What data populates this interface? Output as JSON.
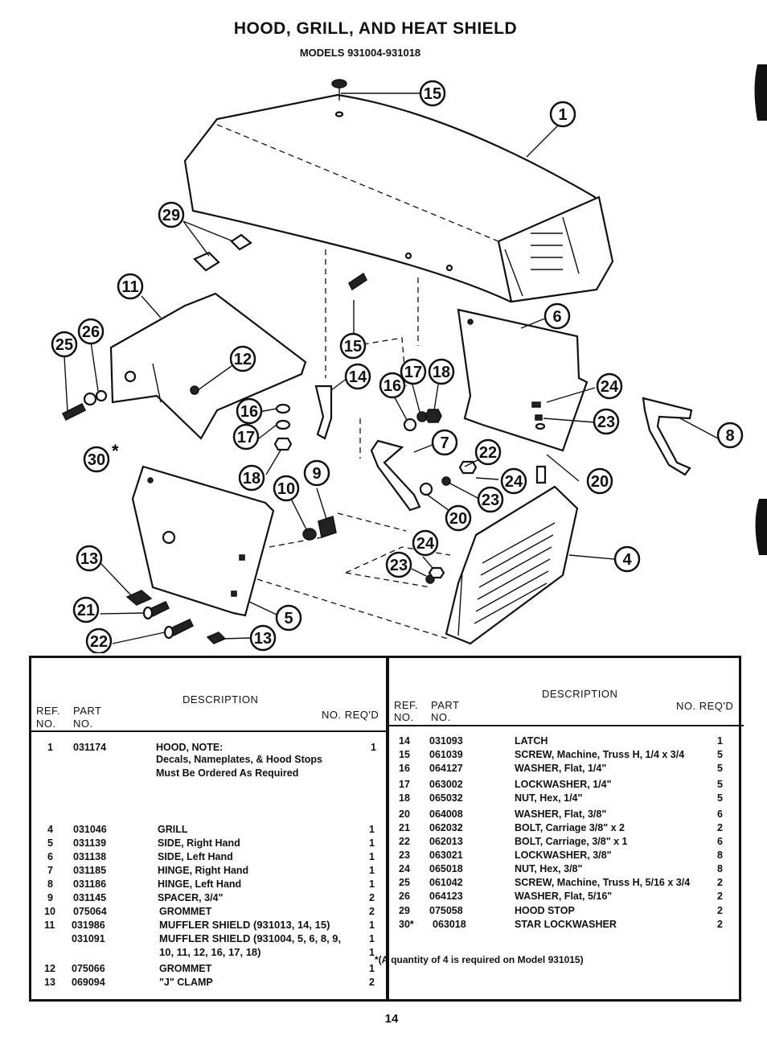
{
  "header": {
    "title": "HOOD, GRILL, AND HEAT SHIELD",
    "subtitle": "MODELS 931004-931018"
  },
  "callouts": [
    "15",
    "1",
    "29",
    "11",
    "26",
    "25",
    "12",
    "15",
    "14",
    "17",
    "18",
    "16",
    "6",
    "24",
    "23",
    "8",
    "30",
    "16",
    "17",
    "7",
    "22",
    "18",
    "9",
    "10",
    "24",
    "20",
    "23",
    "20",
    "13",
    "24",
    "23",
    "4",
    "21",
    "5",
    "22",
    "13"
  ],
  "callout_mark": "*",
  "table_headers": {
    "description": "DESCRIPTION",
    "ref": "REF.",
    "ref2": "NO.",
    "part": "PART",
    "part2": "NO.",
    "qty": "NO. REQ'D"
  },
  "left_rows": [
    {
      "ref": "1",
      "part": "031174",
      "desc": "HOOD, NOTE:",
      "qty": "1"
    },
    {
      "ref": "",
      "part": "",
      "desc": "Decals, Nameplates, & Hood Stops",
      "qty": ""
    },
    {
      "ref": "",
      "part": "",
      "desc": "Must Be Ordered As Required",
      "qty": ""
    },
    {
      "ref": "4",
      "part": "031046",
      "desc": "GRILL",
      "qty": "1"
    },
    {
      "ref": "5",
      "part": "031139",
      "desc": "SIDE, Right Hand",
      "qty": "1"
    },
    {
      "ref": "6",
      "part": "031138",
      "desc": "SIDE, Left Hand",
      "qty": "1"
    },
    {
      "ref": "7",
      "part": "031185",
      "desc": "HINGE, Right Hand",
      "qty": "1"
    },
    {
      "ref": "8",
      "part": "031186",
      "desc": "HINGE, Left Hand",
      "qty": "1"
    },
    {
      "ref": "9",
      "part": "031145",
      "desc": "SPACER, 3/4\"",
      "qty": "2"
    },
    {
      "ref": "10",
      "part": "075064",
      "desc": "GROMMET",
      "qty": "2"
    },
    {
      "ref": "11",
      "part": "031986",
      "desc": "MUFFLER SHIELD (931013, 14, 15)",
      "qty": "1"
    },
    {
      "ref": "",
      "part": "031091",
      "desc": "MUFFLER SHIELD (931004, 5, 6, 8, 9,",
      "qty": "1"
    },
    {
      "ref": "",
      "part": "",
      "desc": "10, 11, 12, 16, 17, 18)",
      "qty": "1"
    },
    {
      "ref": "12",
      "part": "075066",
      "desc": "GROMMET",
      "qty": "1"
    },
    {
      "ref": "13",
      "part": "069094",
      "desc": "\"J\" CLAMP",
      "qty": "2"
    }
  ],
  "right_rows": [
    {
      "ref": "14",
      "part": "031093",
      "desc": "LATCH",
      "qty": "1"
    },
    {
      "ref": "15",
      "part": "061039",
      "desc": "SCREW, Machine, Truss H, 1/4 x 3/4",
      "qty": "5"
    },
    {
      "ref": "16",
      "part": "064127",
      "desc": "WASHER, Flat, 1/4\"",
      "qty": "5"
    },
    {
      "ref": "17",
      "part": "063002",
      "desc": "LOCKWASHER, 1/4\"",
      "qty": "5"
    },
    {
      "ref": "18",
      "part": "065032",
      "desc": "NUT, Hex, 1/4\"",
      "qty": "5"
    },
    {
      "ref": "20",
      "part": "064008",
      "desc": "WASHER, Flat, 3/8\"",
      "qty": "6"
    },
    {
      "ref": "21",
      "part": "062032",
      "desc": "BOLT, Carriage  3/8\" x 2",
      "qty": "2"
    },
    {
      "ref": "22",
      "part": "062013",
      "desc": "BOLT, Carriage, 3/8\" x 1",
      "qty": "6"
    },
    {
      "ref": "23",
      "part": "063021",
      "desc": "LOCKWASHER, 3/8\"",
      "qty": "8"
    },
    {
      "ref": "24",
      "part": "065018",
      "desc": "NUT, Hex, 3/8\"",
      "qty": "8"
    },
    {
      "ref": "25",
      "part": "061042",
      "desc": "SCREW, Machine, Truss H, 5/16 x 3/4",
      "qty": "2"
    },
    {
      "ref": "26",
      "part": "064123",
      "desc": "WASHER, Flat, 5/16\"",
      "qty": "2"
    },
    {
      "ref": "29",
      "part": "075058",
      "desc": "HOOD STOP",
      "qty": "2"
    },
    {
      "ref": "30*",
      "part": "063018",
      "desc": "STAR LOCKWASHER",
      "qty": "2"
    }
  ],
  "footnote": "*(A quantity of 4 is required on Model 931015)",
  "page_number": "14"
}
